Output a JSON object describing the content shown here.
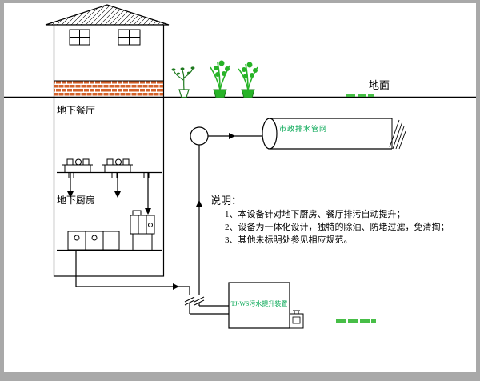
{
  "diagram": {
    "ground_label": "地面",
    "restaurant_label": "地下餐厅",
    "kitchen_label": "地下厨房",
    "municipal_label": "市政排水管网",
    "device_label": "TJ-WS污水提升装置"
  },
  "notes": {
    "title": "说明：",
    "items": [
      "1、本设备针对地下厨房、餐厅排污自动提升；",
      "2、设备为一体化设计，独特的除油、防堵过滤，免清掏；",
      "3、其他未标明处参见相应规范。"
    ]
  },
  "colors": {
    "line": "#000000",
    "brick": "#d4622a",
    "plant_bright": "#27b327",
    "plant_dark": "#1f7a1f",
    "green_text": "#00a651",
    "frame_edge": "#a9a9a9",
    "background": "#ffffff"
  }
}
